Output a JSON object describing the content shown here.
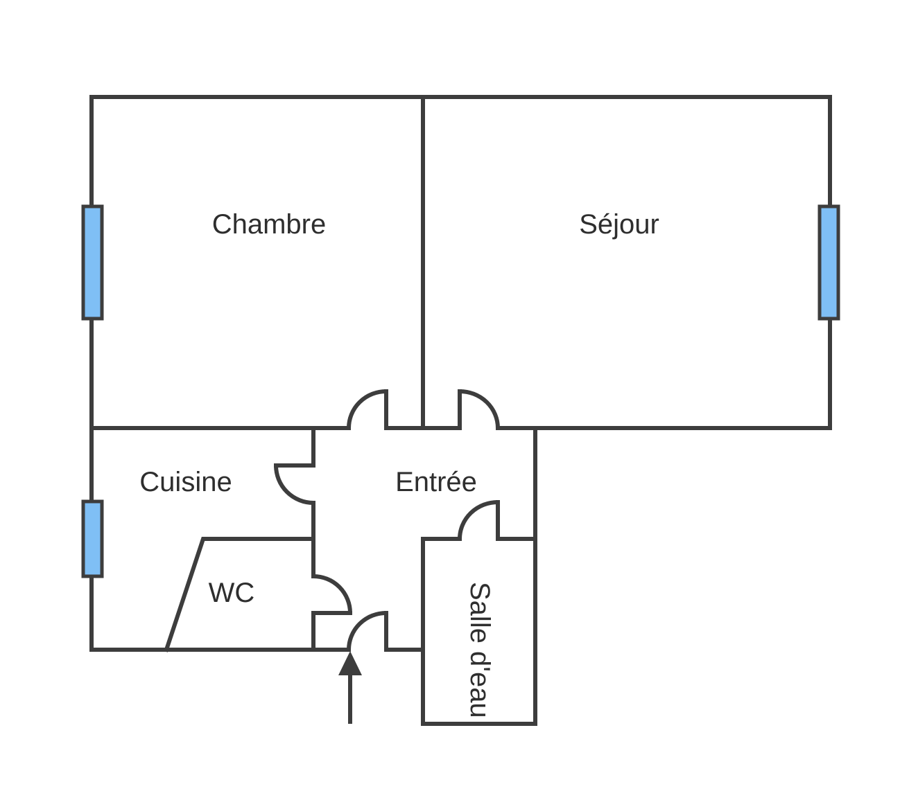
{
  "rooms": {
    "chambre": "Chambre",
    "sejour": "Séjour",
    "cuisine": "Cuisine",
    "entree": "Entrée",
    "wc": "WC",
    "salle_deau": "Salle d'eau"
  },
  "colors": {
    "wall": "#3d3d3d",
    "window": "#7fbff5"
  },
  "icons": {
    "entrance": "entrance-arrow-icon"
  }
}
